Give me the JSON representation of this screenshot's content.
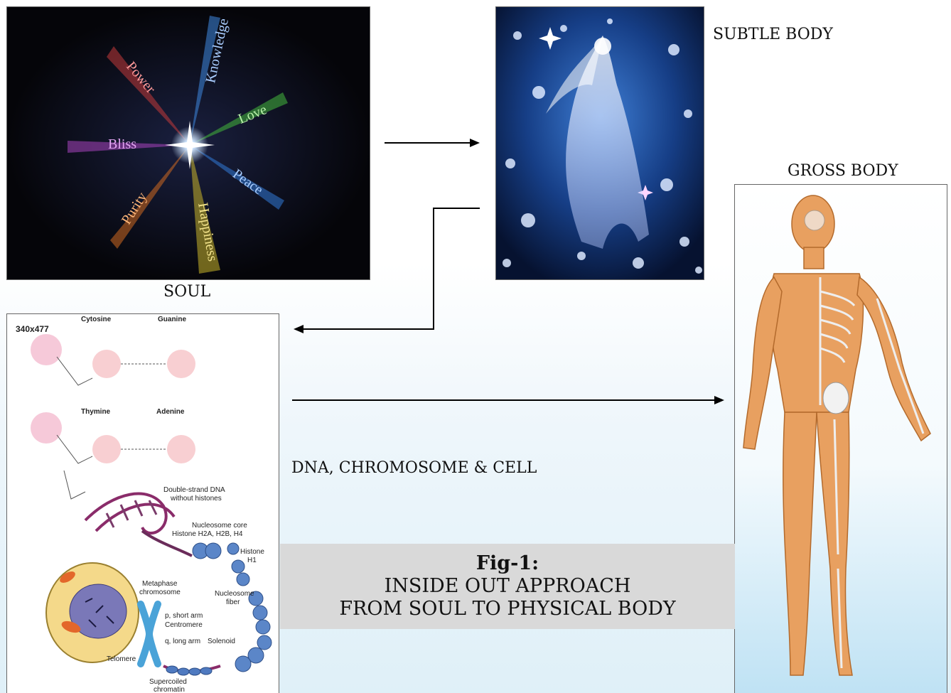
{
  "soul": {
    "label": "SOUL",
    "rays": [
      "Power",
      "Knowledge",
      "Love",
      "Peace",
      "Happiness",
      "Purity",
      "Bliss"
    ]
  },
  "subtle_body": {
    "label": "SUBTLE BODY"
  },
  "gross_body": {
    "label": "GROSS BODY"
  },
  "dna": {
    "label": "DNA, CHROMOSOME & CELL",
    "size_tag": "340x477",
    "bases": [
      "Cytosine",
      "Guanine",
      "Thymine",
      "Adenine"
    ],
    "annotations": [
      "Double-strand DNA",
      "without histones",
      "Nucleosome core",
      "Histone H2A, H2B, H4",
      "Histone",
      "H1",
      "Nucleosome",
      "fiber",
      "Metaphase",
      "chromosome",
      "p, short arm",
      "Centromere",
      "q, long arm",
      "Telomere",
      "Solenoid",
      "Supercoiled",
      "chromatin"
    ]
  },
  "caption": {
    "title": "Fig-1:",
    "line1": "INSIDE OUT APPROACH",
    "line2": "FROM SOUL TO PHYSICAL BODY"
  },
  "colors": {
    "caption_bg": "#d9d9d9",
    "background_bottom": "#dff0f8",
    "muscle": "#e8a060"
  }
}
